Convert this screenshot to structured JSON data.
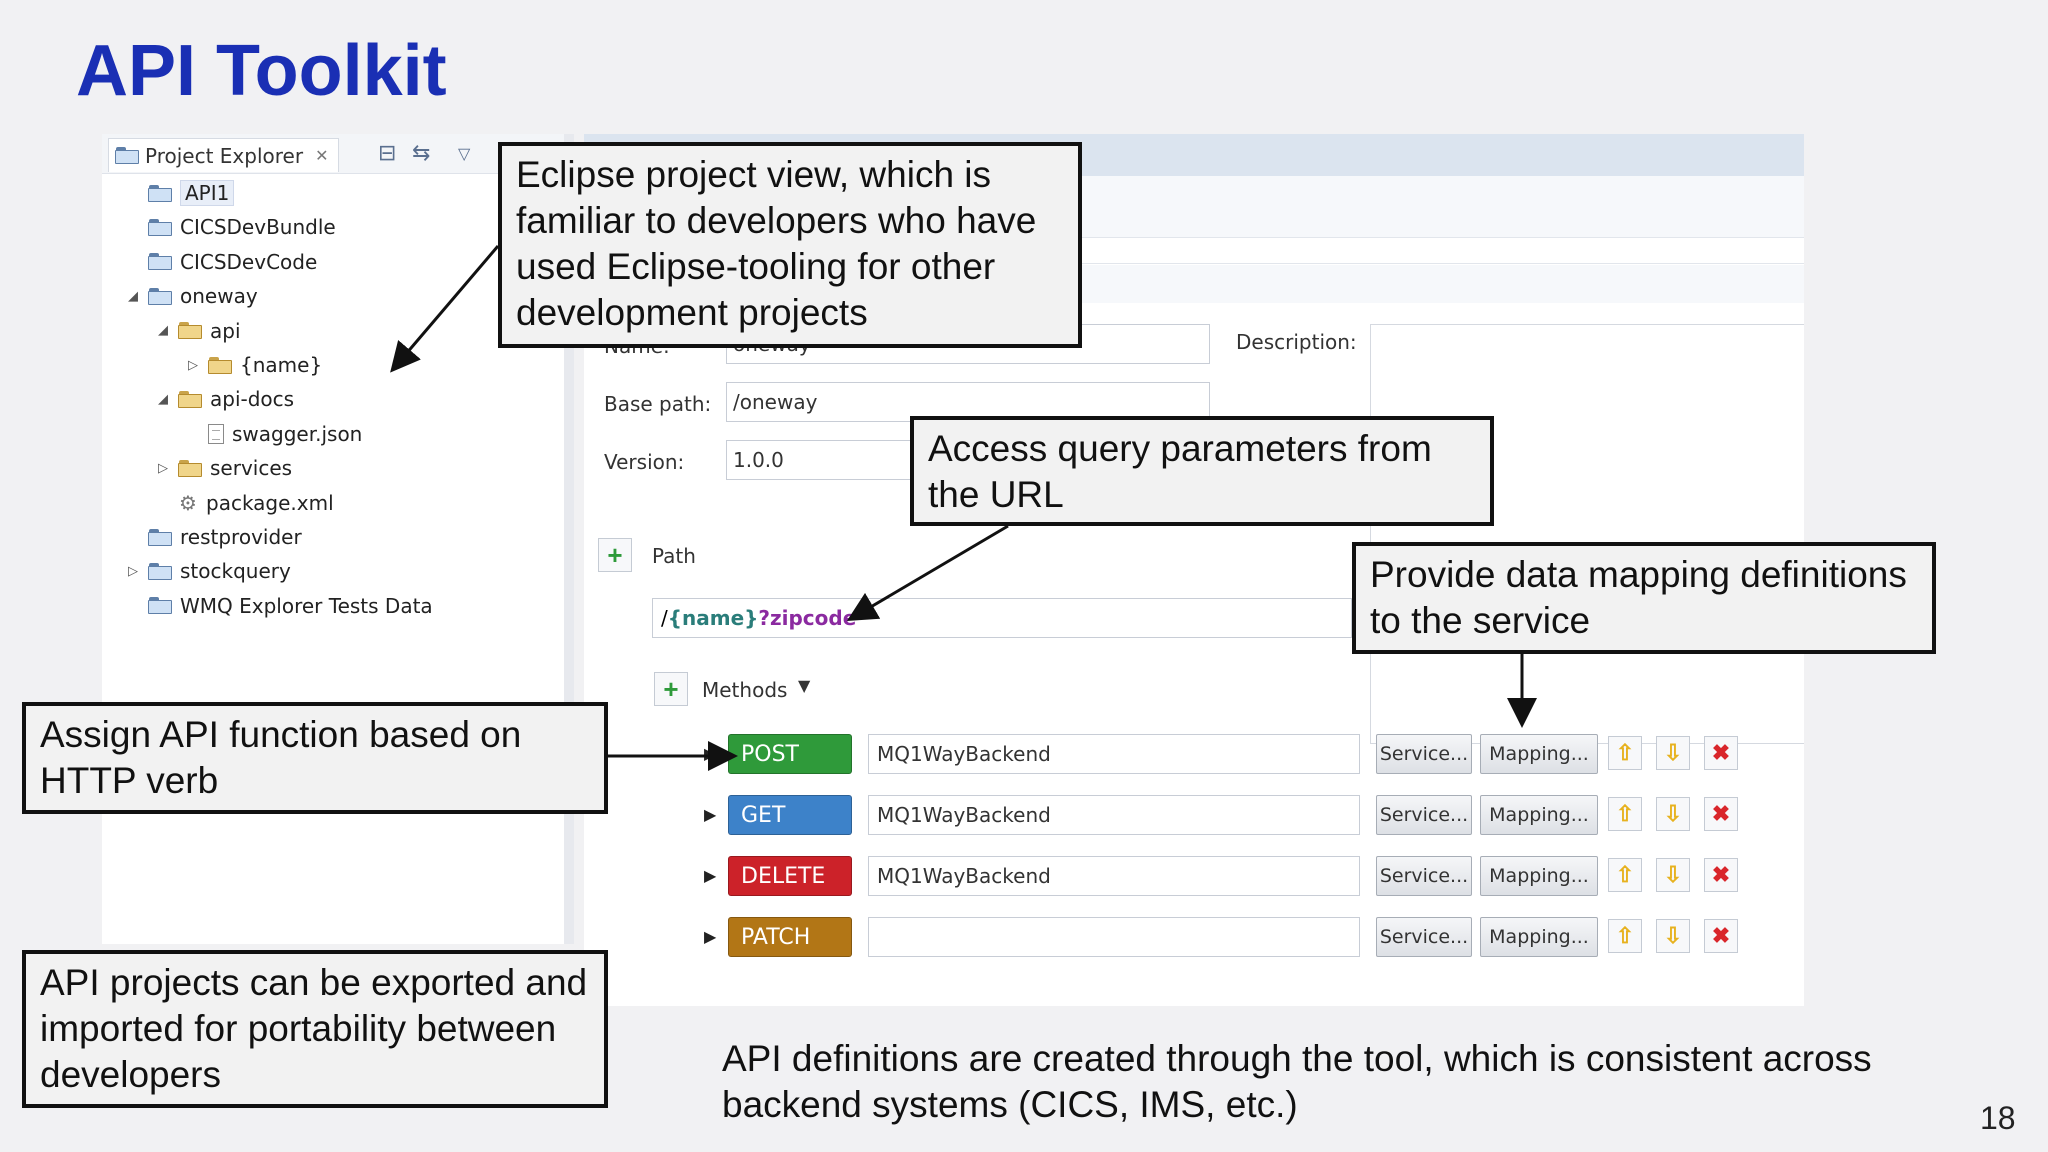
{
  "slide_title": "API Toolkit",
  "explorer": {
    "tab_label": "Project Explorer",
    "tree": [
      {
        "label": "API1",
        "level": 0,
        "icon": "project-folder-icon",
        "selected": true
      },
      {
        "label": "CICSDevBundle",
        "level": 0,
        "icon": "project-folder-icon"
      },
      {
        "label": "CICSDevCode",
        "level": 0,
        "icon": "project-folder-icon"
      },
      {
        "label": "oneway",
        "level": 0,
        "icon": "project-folder-icon",
        "expanded": true
      },
      {
        "label": "api",
        "level": 1,
        "icon": "folder-icon",
        "expanded": true
      },
      {
        "label": "{name}",
        "level": 2,
        "icon": "folder-icon",
        "collapsed": true
      },
      {
        "label": "api-docs",
        "level": 1,
        "icon": "folder-icon",
        "expanded": true
      },
      {
        "label": "swagger.json",
        "level": 2,
        "icon": "file-icon"
      },
      {
        "label": "services",
        "level": 1,
        "icon": "folder-icon",
        "collapsed": true
      },
      {
        "label": "package.xml",
        "level": 1,
        "icon": "gear-file-icon"
      },
      {
        "label": "restprovider",
        "level": 0,
        "icon": "project-folder-icon"
      },
      {
        "label": "stockquery",
        "level": 0,
        "icon": "project-folder-icon",
        "collapsed": true
      },
      {
        "label": "WMQ Explorer Tests Data",
        "level": 0,
        "icon": "project-folder-icon"
      }
    ]
  },
  "editor": {
    "name_label": "Name:",
    "name_value": "oneway",
    "description_label": "Description:",
    "base_path_label": "Base path:",
    "base_path_value": "/oneway",
    "version_label": "Version:",
    "version_value": "1.0.0",
    "path_label": "Path",
    "path_value_prefix": "/",
    "path_value_param": "{name}",
    "path_value_query": "?zipcode",
    "methods_label": "Methods",
    "methods": [
      {
        "verb": "POST",
        "color": "#2f9a3a",
        "backend": "MQ1WayBackend",
        "service_label": "Service...",
        "mapping_label": "Mapping..."
      },
      {
        "verb": "GET",
        "color": "#3d82c9",
        "backend": "MQ1WayBackend",
        "service_label": "Service...",
        "mapping_label": "Mapping..."
      },
      {
        "verb": "DELETE",
        "color": "#cc2229",
        "backend": "MQ1WayBackend",
        "service_label": "Service...",
        "mapping_label": "Mapping..."
      },
      {
        "verb": "PATCH",
        "color": "#b27616",
        "backend": "",
        "service_label": "Service...",
        "mapping_label": "Mapping..."
      }
    ]
  },
  "callouts": {
    "eclipse": "Eclipse project view, which is familiar to developers who have used Eclipse-tooling for other development projects",
    "query": "Access query parameters from the URL",
    "mapping": "Provide data mapping definitions to the service",
    "verb": "Assign API function based on HTTP verb",
    "export": "API projects can be exported and imported for portability between developers"
  },
  "footnote": "API definitions are created through the tool, which is consistent across backend systems (CICS, IMS, etc.)",
  "page_number": "18"
}
